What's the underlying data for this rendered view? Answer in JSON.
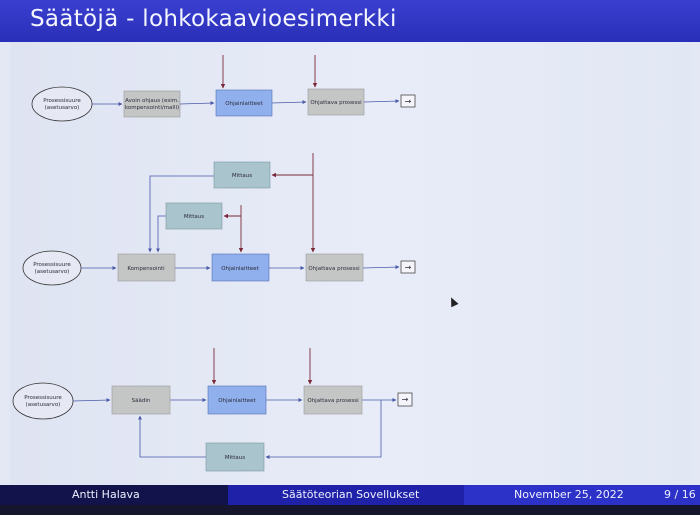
{
  "slide": {
    "title": "Säätöjä - lohkokaavioesimerkki"
  },
  "diagram1": {
    "reference": [
      "Prosessisuure",
      "(asetusarvo)"
    ],
    "feedforward": [
      "Avoin ohjaus (esim.",
      "kompensointi/malli)"
    ],
    "actuator": "Ohjainlaitteet",
    "process": "Ohjattava prosessi"
  },
  "diagram2": {
    "measurement_top": "Mittaus",
    "measurement_mid": "Mittaus",
    "reference": [
      "Prosessisuure",
      "(asetusarvo)"
    ],
    "compensator": "Kompensointi",
    "actuator": "Ohjainlaitteet",
    "process": "Ohjattava prosessi"
  },
  "diagram3": {
    "reference": [
      "Prosessisuure",
      "(asetusarvo)"
    ],
    "controller": "Säädin",
    "actuator": "Ohjainlaitteet",
    "process": "Ohjattava prosessi",
    "measurement": "Mittaus"
  },
  "output_arrow_symbol": "→",
  "footer": {
    "author": "Antti Halava",
    "course": "Säätöteorian Sovellukset",
    "date": "November 25, 2022",
    "page": "9 / 16"
  },
  "colors": {
    "title_bar": "#2a2fb8",
    "block_gray": "#c4c6c6",
    "block_blue": "#8fb0ec",
    "block_teal": "#a9c4cc",
    "arrow_dark_red": "#7a2838",
    "arrow_blue": "#4a5aa8"
  }
}
